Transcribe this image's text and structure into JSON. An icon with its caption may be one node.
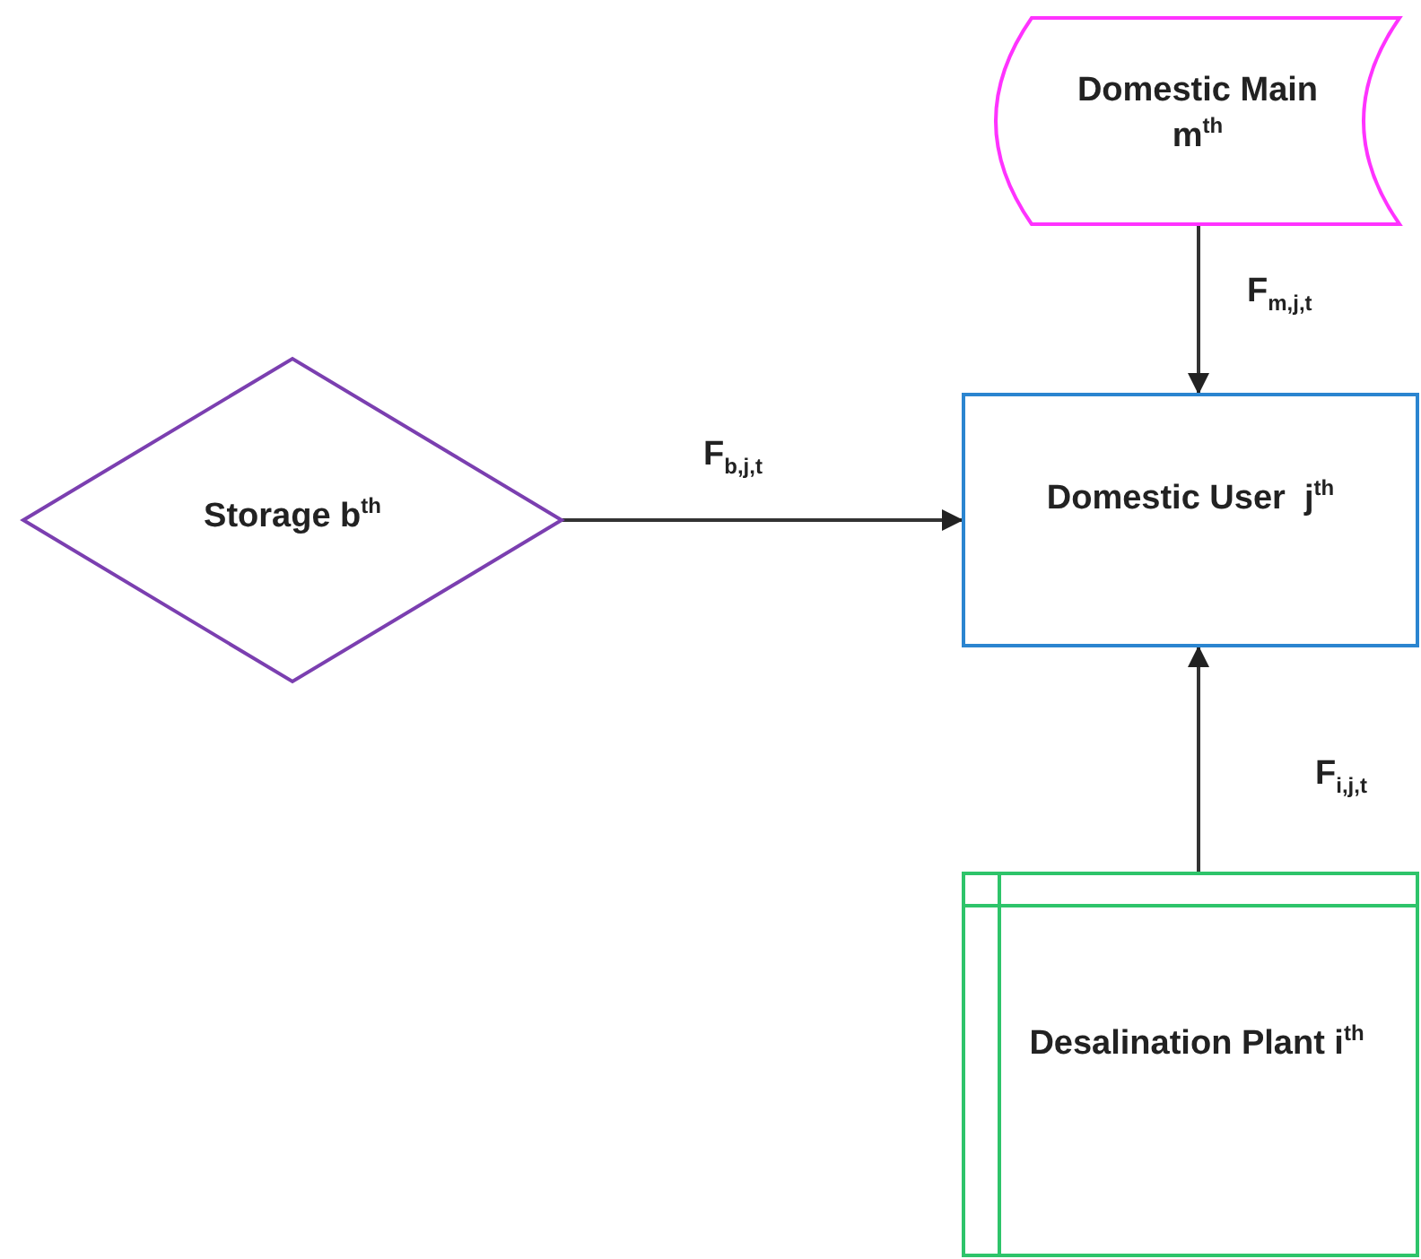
{
  "diagram": {
    "nodes": [
      {
        "text": [
          "Domestic Main m$^{th}$"
        ]
      },
      {
        "text": [
          "Storage b$^{th}$"
        ]
      },
      {
        "text": [
          "Domestic User  j$^{th}$"
        ]
      },
      {
        "text": [
          "Desalination Plant i$^{th}$"
        ]
      }
    ],
    "edges": [
      {
        "from": 0,
        "to": 2,
        "arrow": "to",
        "label": "F$_{m,j,t}$"
      },
      {
        "from": 1,
        "to": 2,
        "arrow": "to",
        "label": "F$_{b,j,t}$"
      },
      {
        "from": 3,
        "to": 2,
        "arrow": "to",
        "label": "F$_{i,j,t}$"
      }
    ]
  }
}
